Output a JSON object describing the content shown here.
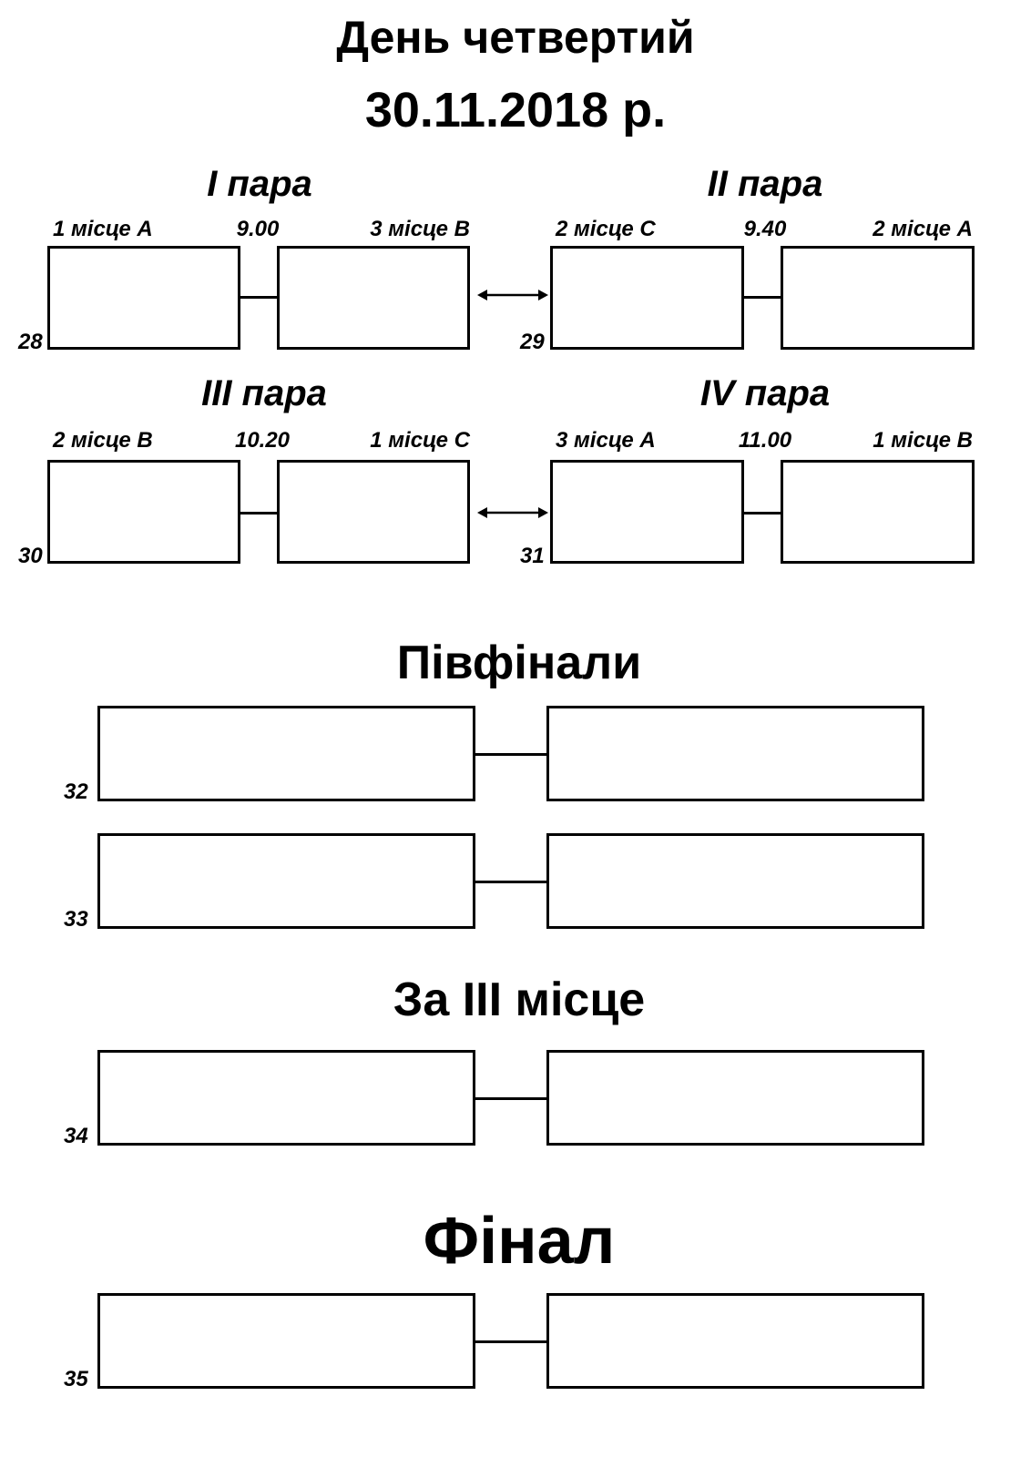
{
  "header": {
    "day_title": "День четвертий",
    "date": "30.11.2018 р."
  },
  "pairs": [
    {
      "title": "I пара",
      "left_label": "1 місце А",
      "time": "9.00",
      "right_label": "3 місце В",
      "match_no": "28"
    },
    {
      "title": "II пара",
      "left_label": "2 місце С",
      "time": "9.40",
      "right_label": "2 місце А",
      "match_no": "29"
    },
    {
      "title": "III пара",
      "left_label": "2 місце В",
      "time": "10.20",
      "right_label": "1 місце С",
      "match_no": "30"
    },
    {
      "title": "IV пара",
      "left_label": "3 місце А",
      "time": "11.00",
      "right_label": "1 місце В",
      "match_no": "31"
    }
  ],
  "semifinals": {
    "title": "Півфінали",
    "matches": [
      {
        "match_no": "32"
      },
      {
        "match_no": "33"
      }
    ]
  },
  "third_place": {
    "title": "За ІІІ місце",
    "match_no": "34"
  },
  "final": {
    "title": "Фінал",
    "match_no": "35"
  }
}
